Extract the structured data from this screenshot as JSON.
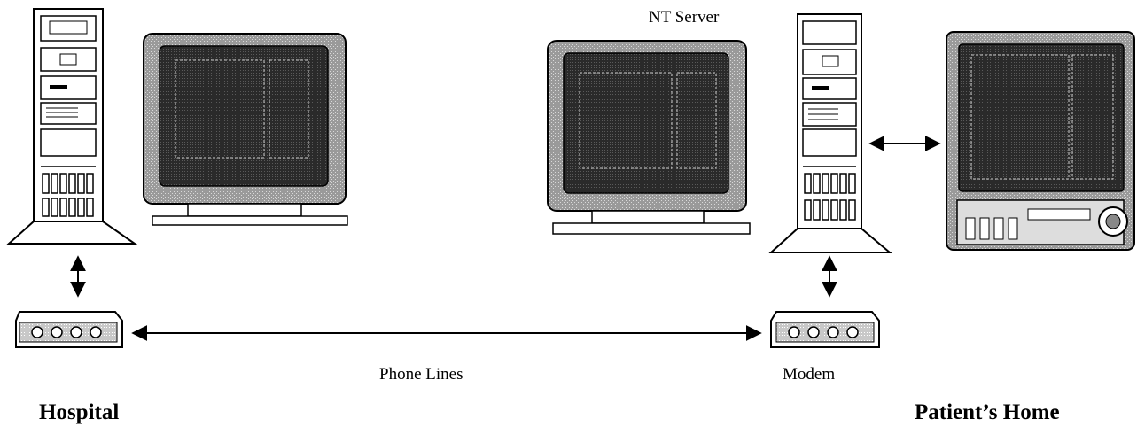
{
  "labels": {
    "nt_server": "NT Server",
    "phone_lines": "Phone Lines",
    "modem": "Modem",
    "hospital": "Hospital",
    "patients_home": "Patient’s Home"
  },
  "colors": {
    "ink": "#000000",
    "screen": "#2b2b2b",
    "bezel": "#8a8a8a",
    "dotted": "#bdbdbd"
  }
}
